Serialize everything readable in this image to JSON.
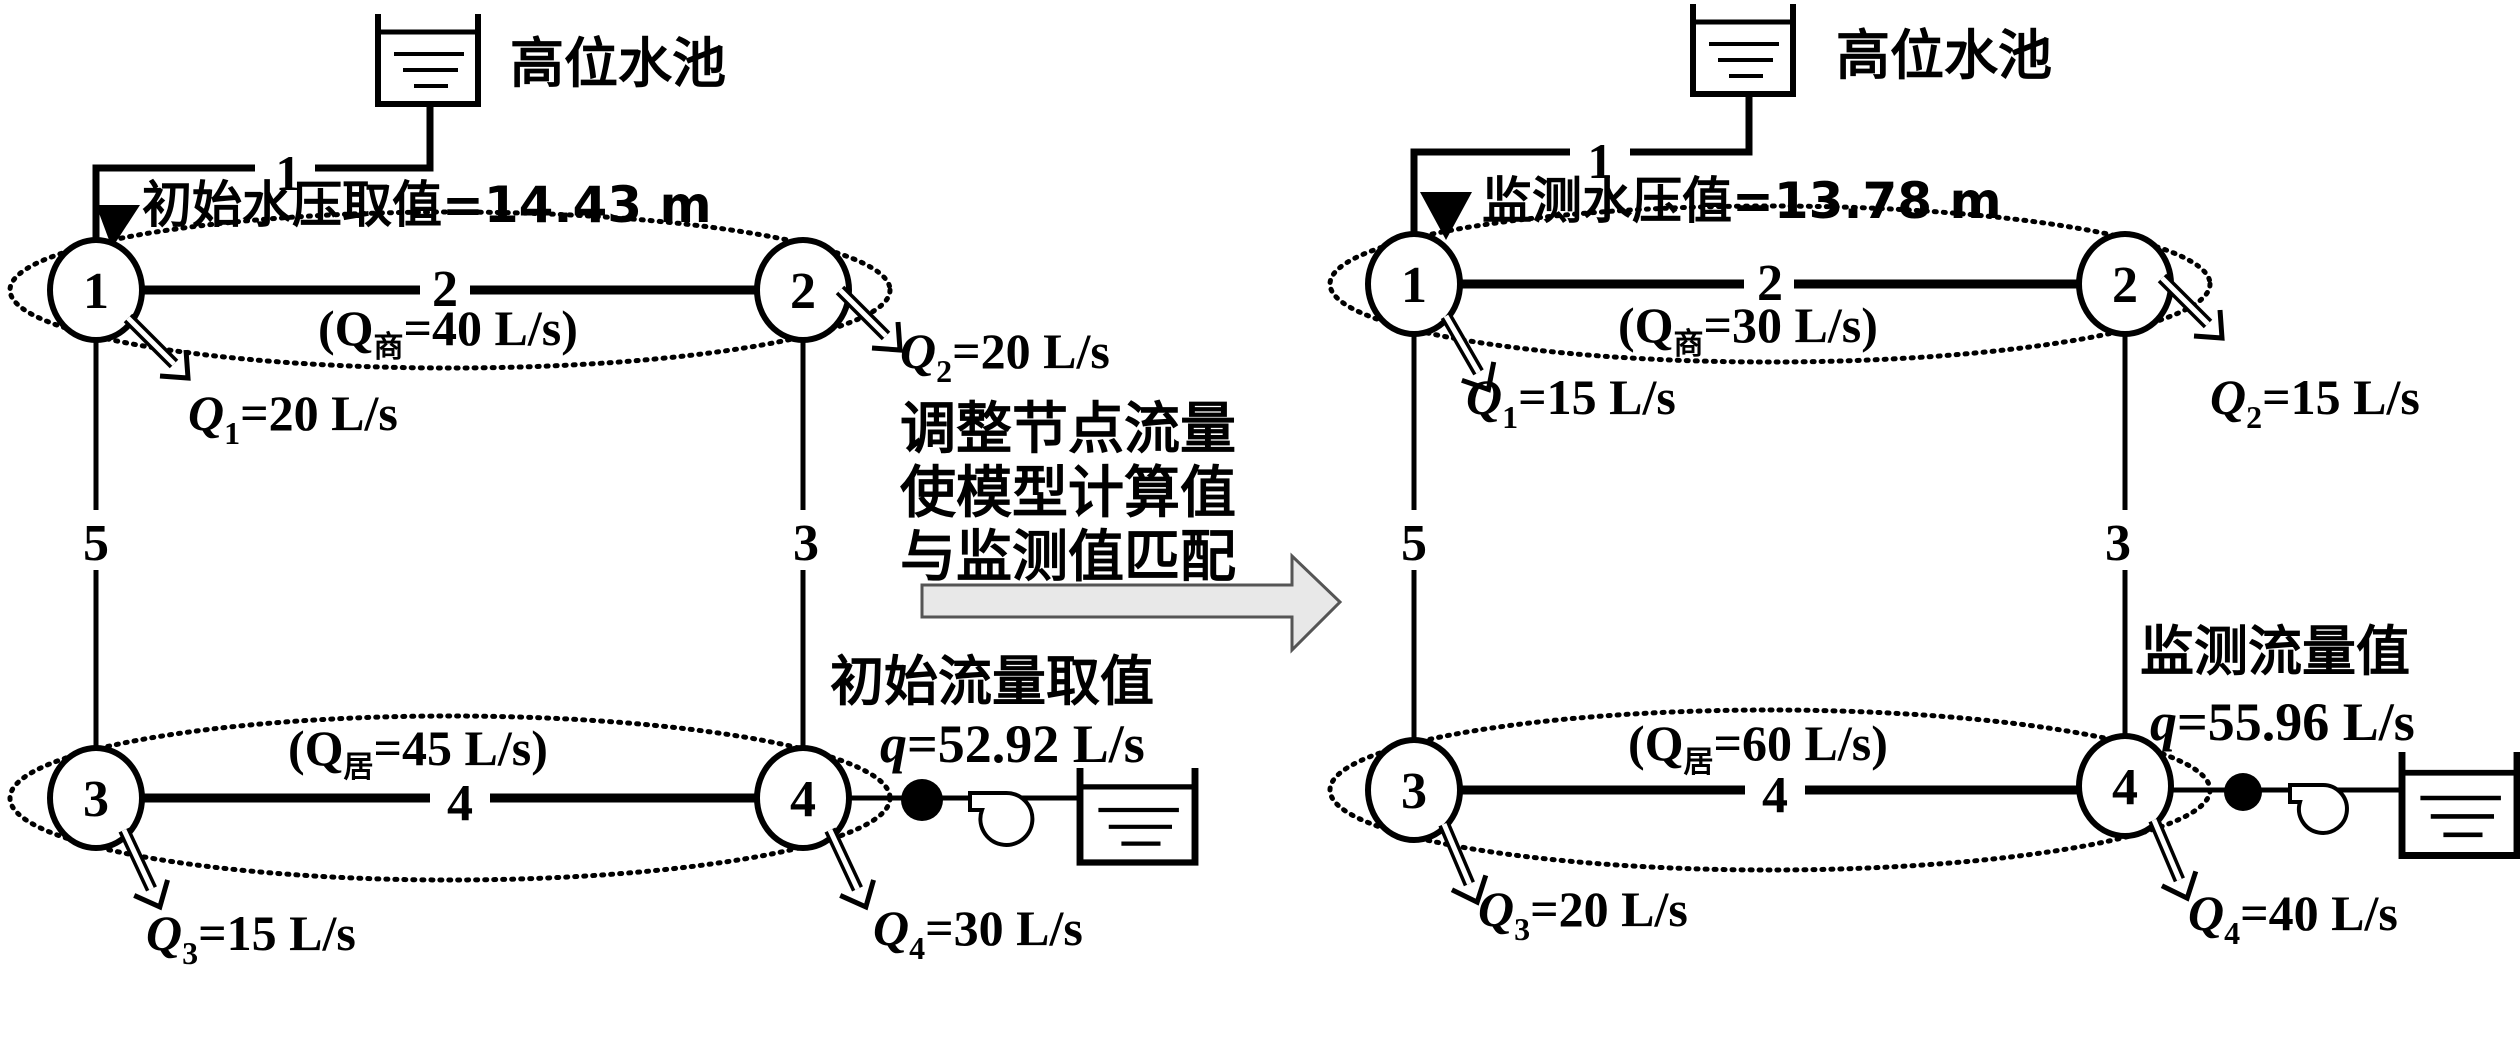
{
  "panels": [
    {
      "id": "initial",
      "tank_label": "高位水池",
      "pipe_labels": [
        "1",
        "2",
        "3",
        "4",
        "5"
      ],
      "pressure_text": "初始水压取值=14.43 m",
      "nodes": [
        "1",
        "2",
        "3",
        "4"
      ],
      "commercial_group": {
        "prefix": "(Q",
        "sub": "商",
        "suffix": "=40 L/s)"
      },
      "residential_group": {
        "prefix": "(Q",
        "sub": "居",
        "suffix": "=45 L/s)"
      },
      "demands": [
        {
          "q": "Q",
          "sub": "1",
          "val": "=20 L/s"
        },
        {
          "q": "Q",
          "sub": "2",
          "val": "=20 L/s"
        },
        {
          "q": "Q",
          "sub": "3",
          "val": "=15 L/s"
        },
        {
          "q": "Q",
          "sub": "4",
          "val": "=30 L/s"
        }
      ],
      "flow_title": "初始流量取值",
      "flow_value": {
        "q": "q",
        "val": "=52.92 L/s"
      }
    },
    {
      "id": "calibrated",
      "tank_label": "高位水池",
      "pipe_labels": [
        "1",
        "2",
        "3",
        "4",
        "5"
      ],
      "pressure_text": "监测水压值=13.78 m",
      "nodes": [
        "1",
        "2",
        "3",
        "4"
      ],
      "commercial_group": {
        "prefix": "(Q",
        "sub": "商",
        "suffix": "=30 L/s)"
      },
      "residential_group": {
        "prefix": "(Q",
        "sub": "居",
        "suffix": "=60 L/s)"
      },
      "demands": [
        {
          "q": "Q",
          "sub": "1",
          "val": "=15 L/s"
        },
        {
          "q": "Q",
          "sub": "2",
          "val": "=15 L/s"
        },
        {
          "q": "Q",
          "sub": "3",
          "val": "=20 L/s"
        },
        {
          "q": "Q",
          "sub": "4",
          "val": "=40 L/s"
        }
      ],
      "flow_title": "监测流量值",
      "flow_value": {
        "q": "q",
        "val": "=55.96 L/s"
      }
    }
  ],
  "transition": {
    "lines": [
      "调整节点流量",
      "使模型计算值",
      "与监测值匹配"
    ],
    "arrow_fill": "#e8e8e8"
  }
}
